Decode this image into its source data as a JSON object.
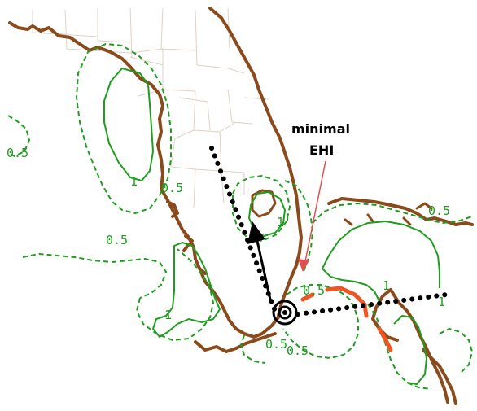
{
  "annotation": {
    "line1": "minimal",
    "line2": "EHI",
    "text_color": "#000000",
    "arrow_color": "#e05050"
  },
  "contour_labels": [
    {
      "text": "0.5",
      "style": "dashed"
    },
    {
      "text": "1",
      "style": "solid"
    },
    {
      "text": "0.5",
      "style": "dashed"
    },
    {
      "text": "0.5",
      "style": "dashed"
    },
    {
      "text": "1",
      "style": "solid"
    },
    {
      "text": "1'",
      "style": "solid"
    },
    {
      "text": "0.5",
      "style": "dashed"
    },
    {
      "text": "1",
      "style": "solid"
    },
    {
      "text": "1",
      "style": "solid"
    },
    {
      "text": "0.5",
      "style": "dashed"
    },
    {
      "text": "0.5",
      "style": "dashed"
    },
    {
      "text": "0.5",
      "style": "dashed"
    }
  ],
  "colors": {
    "coast": "#8b4a1c",
    "county_lines": "#ddd2c4",
    "contour": "#1e9e1e",
    "front": "#ee5522",
    "track": "#000000",
    "motion_arrow": "#000000"
  }
}
